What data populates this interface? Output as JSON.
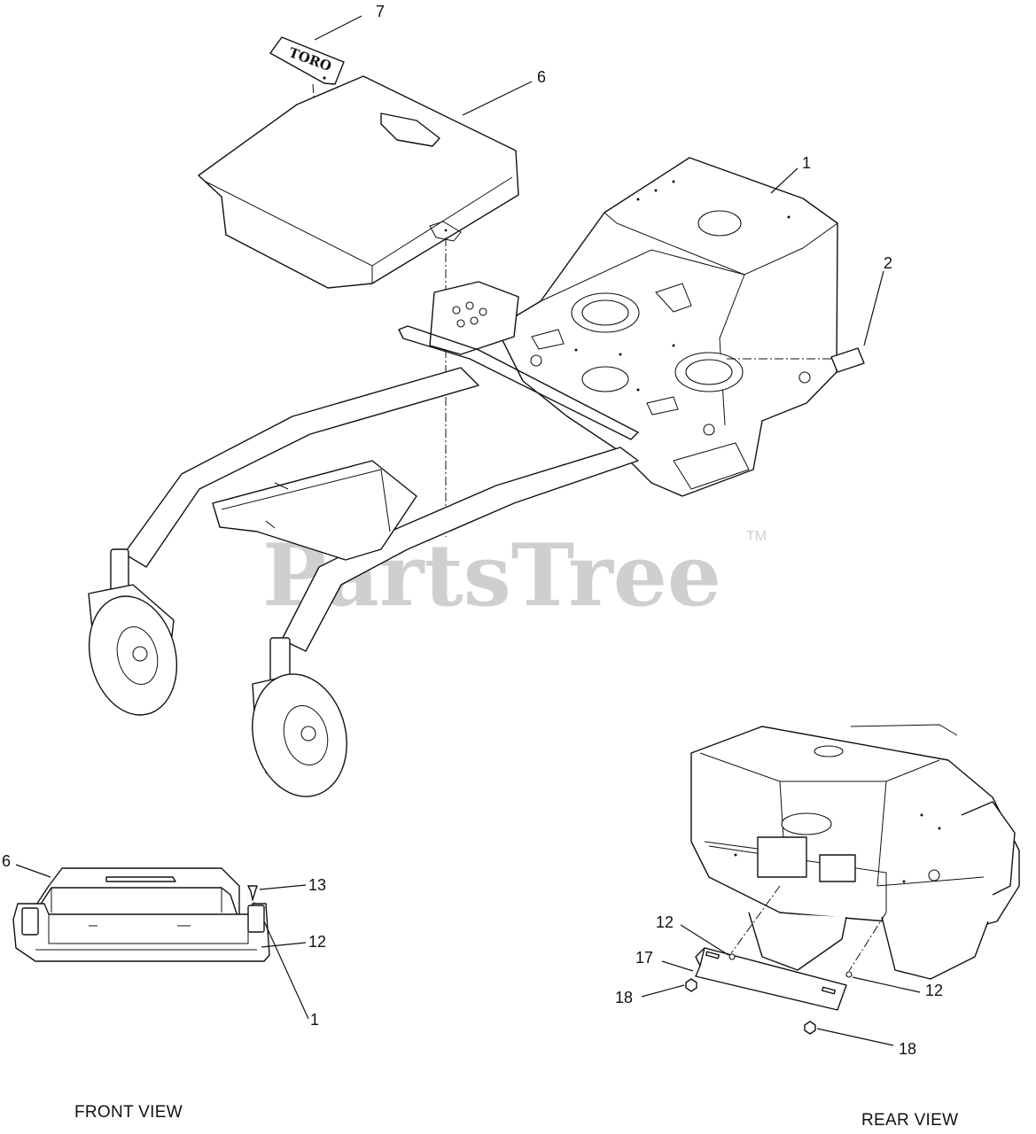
{
  "watermark": {
    "brand": "PartsTree",
    "trademark": "TM"
  },
  "logo": {
    "brand": "TORO"
  },
  "callouts": {
    "main_view": [
      "7",
      "6",
      "1",
      "2"
    ],
    "front_view": [
      "6",
      "13",
      "12",
      "1"
    ],
    "rear_view": [
      "12",
      "17",
      "18",
      "12",
      "18"
    ]
  },
  "views": {
    "front_view_label": "FRONT VIEW",
    "rear_view_label": "REAR VIEW"
  }
}
